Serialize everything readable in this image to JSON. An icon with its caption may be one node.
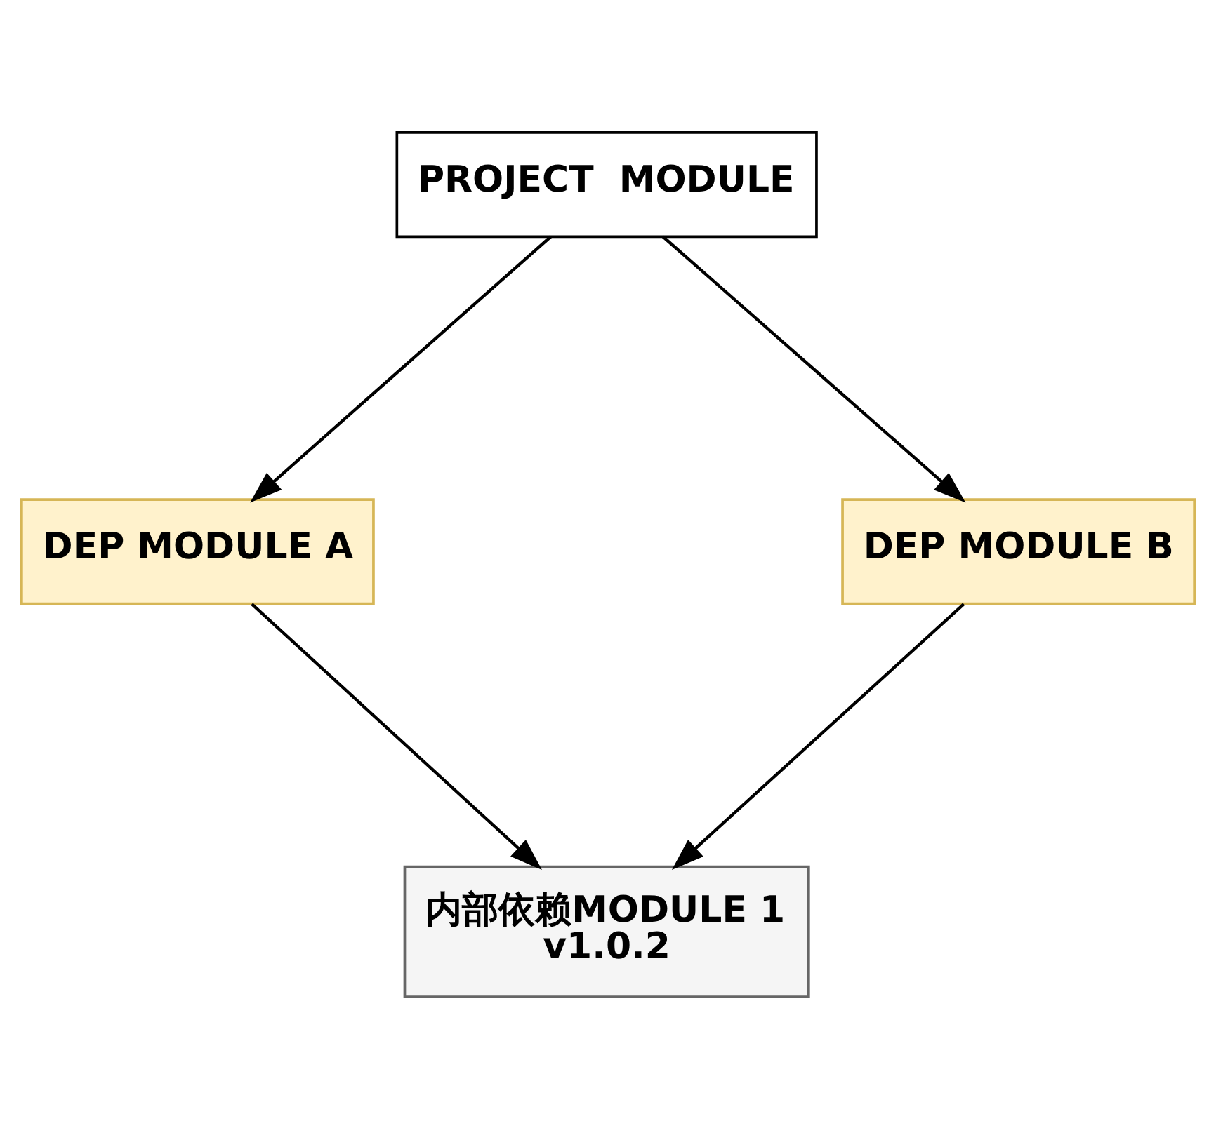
{
  "diagram": {
    "nodes": [
      {
        "text": [
          "PROJECT  MODULE"
        ]
      },
      {
        "text": [
          "DEP MODULE A"
        ]
      },
      {
        "text": [
          "DEP MODULE B"
        ]
      },
      {
        "text": [
          "内部依赖MODULE 1 v1.0.2"
        ]
      }
    ],
    "edges": [
      {
        "from": 0,
        "to": 1,
        "arrow": "to"
      },
      {
        "from": 0,
        "to": 2,
        "arrow": "to"
      },
      {
        "from": 1,
        "to": 3,
        "arrow": "to"
      },
      {
        "from": 2,
        "to": 3,
        "arrow": "to"
      }
    ]
  }
}
